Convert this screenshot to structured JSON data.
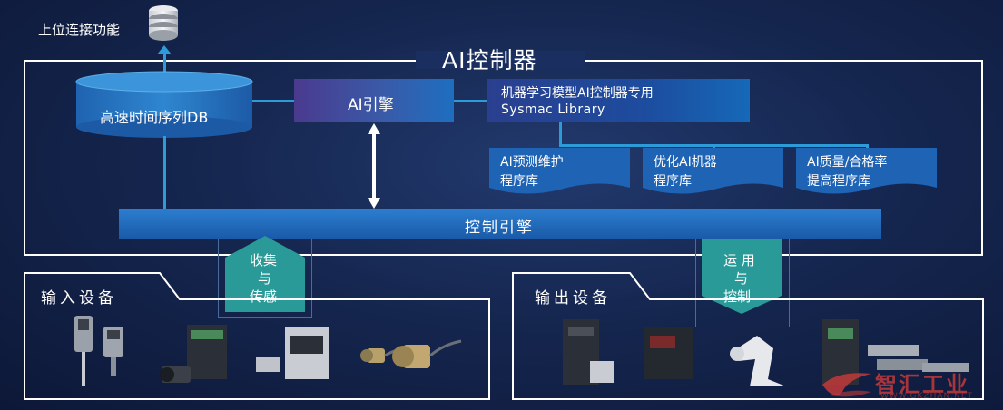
{
  "title": "AI控制器",
  "upper": {
    "label": "上位连接功能",
    "icon": "database-stack-icon"
  },
  "db": {
    "label": "高速时间序列DB"
  },
  "ai_engine": {
    "label": "AI引擎"
  },
  "library": {
    "line1": "机器学习模型AI控制器专用",
    "line2": "Sysmac Library"
  },
  "libs": [
    {
      "line1": "AI预测维护",
      "line2": "程序库"
    },
    {
      "line1": "优化AI机器",
      "line2": "程序库"
    },
    {
      "line1": "AI质量/合格率",
      "line2": "提高程序库"
    }
  ],
  "control_engine": {
    "label": "控制引擎"
  },
  "collect": {
    "l1": "收集",
    "l2": "与",
    "l3": "传感"
  },
  "apply": {
    "l1": "运 用",
    "l2": "与",
    "l3": "控制"
  },
  "input_devices": {
    "label": "输入设备"
  },
  "output_devices": {
    "label": "输出设备"
  },
  "watermark": {
    "text": "智汇工业",
    "sub": "WWW.GKZHAN.NET"
  },
  "colors": {
    "line": "#2e9bd9",
    "accent_teal": "#2aa6a0",
    "watermark_red": "#c23a3a"
  }
}
